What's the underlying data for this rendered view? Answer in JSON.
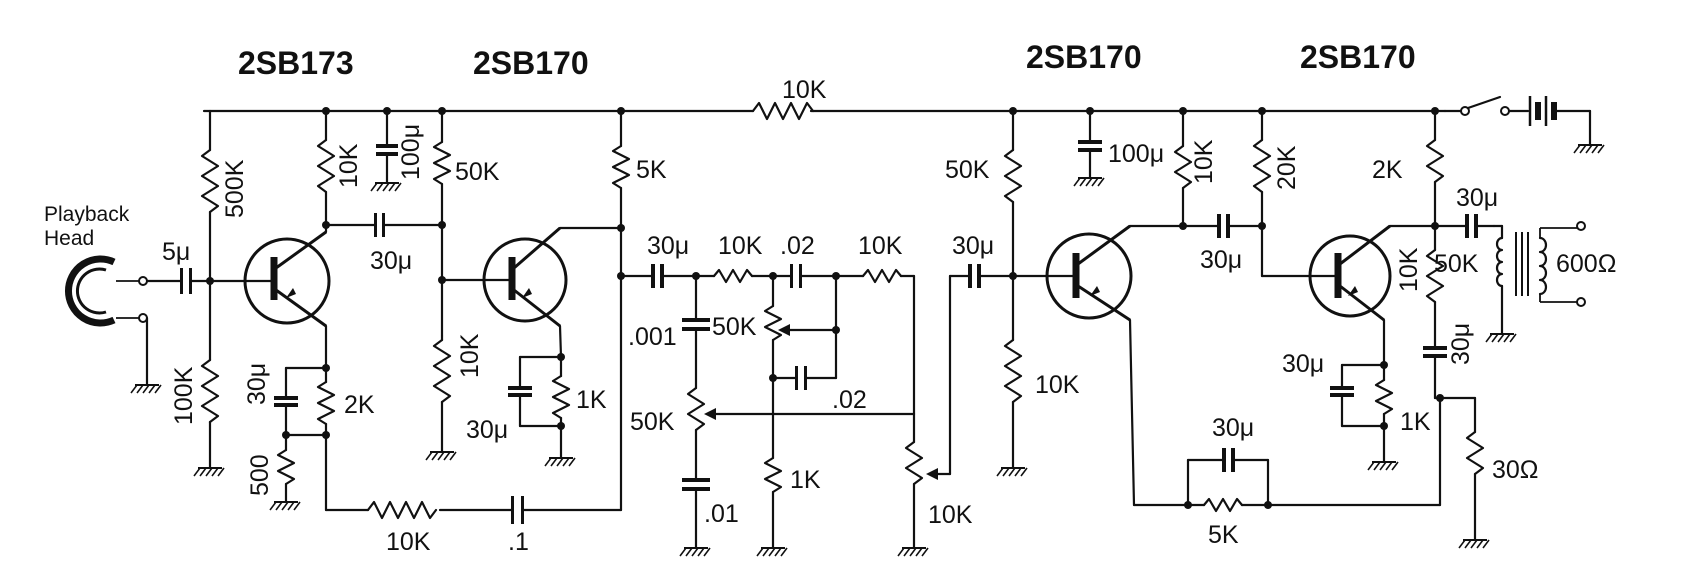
{
  "transistors": [
    "2SB173",
    "2SB170",
    "2SB170",
    "2SB170"
  ],
  "input": {
    "line1": "Playback",
    "line2": "Head"
  },
  "output": {
    "impedance": "600Ω"
  },
  "labels": {
    "c_in": "5μ",
    "r_500k": "500K",
    "r_100k_in": "100K",
    "r_10k_q1c": "10K",
    "c_100u_1": "100μ",
    "r_50k_q2b": "50K",
    "c_30u_q1q2": "30μ",
    "c_30u_q1e": "30μ",
    "r_2k_q1e": "2K",
    "r_500": "500",
    "r_10k_q2b": "10K",
    "c_30u_q2e": "30μ",
    "r_1k_q2e": "1K",
    "r_10k_fb": "10K",
    "c_01_fb": ".1",
    "r_5k": "5K",
    "r_10k_supply": "10K",
    "c_30u_tone": "30μ",
    "r_10k_tone1": "10K",
    "c_02_a": ".02",
    "r_10k_tone2": "10K",
    "c_001": ".001",
    "pot_50k_a": "50K",
    "pot_50k_b": "50K",
    "c_02_b": ".02",
    "c_01": ".01",
    "r_1k_tone": "1K",
    "pot_10k": "10K",
    "c_30u_q3b": "30μ",
    "r_50k_q3b": "50K",
    "r_10k_q3b": "10K",
    "c_100u_2": "100μ",
    "r_10k_q3c": "10K",
    "r_20k": "20K",
    "c_30u_q3q4": "30μ",
    "c_30u_fb2": "30μ",
    "r_5k_fb2": "5K",
    "r_2k_q4": "2K",
    "c_30u_out": "30μ",
    "r_50k_q4": "50K",
    "r_10k_q4": "10K",
    "c_30u_q4c": "30μ",
    "c_30u_q4e": "30μ",
    "r_1k_q4e": "1K",
    "r_30ohm": "30Ω"
  }
}
